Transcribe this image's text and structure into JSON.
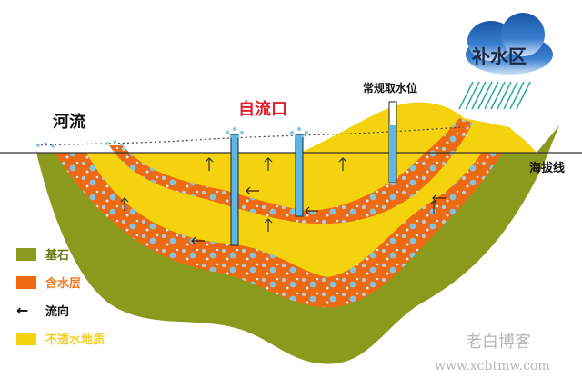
{
  "labels": {
    "river": "河流",
    "artesian_outlet": "自流口",
    "normal_water_level": "常规取水位",
    "recharge_zone": "补水区",
    "sea_level_line": "海拔线"
  },
  "legend": [
    {
      "symbol": "swatch",
      "color": "#8a9a1c",
      "label": "基石",
      "label_color": "#6b7a16"
    },
    {
      "symbol": "swatch",
      "color": "#ee6a12",
      "label": "含水层",
      "label_color": "#ee7a22"
    },
    {
      "symbol": "arrow-left",
      "color": "#111111",
      "label": "流向",
      "label_color": "#111111"
    },
    {
      "symbol": "swatch",
      "color": "#f4d20e",
      "label": "不透水地质",
      "label_color": "#f0d020"
    }
  ],
  "watermark": {
    "title": "老白博客",
    "url": "www.xcbtmw.com"
  },
  "colors": {
    "bedrock": "#8a9a1c",
    "aquifer": "#ee6a12",
    "impermeable": "#f4d20e",
    "water": "#5bb8e6",
    "cloud": "#1f63b0",
    "accent_red": "#e0202c"
  }
}
